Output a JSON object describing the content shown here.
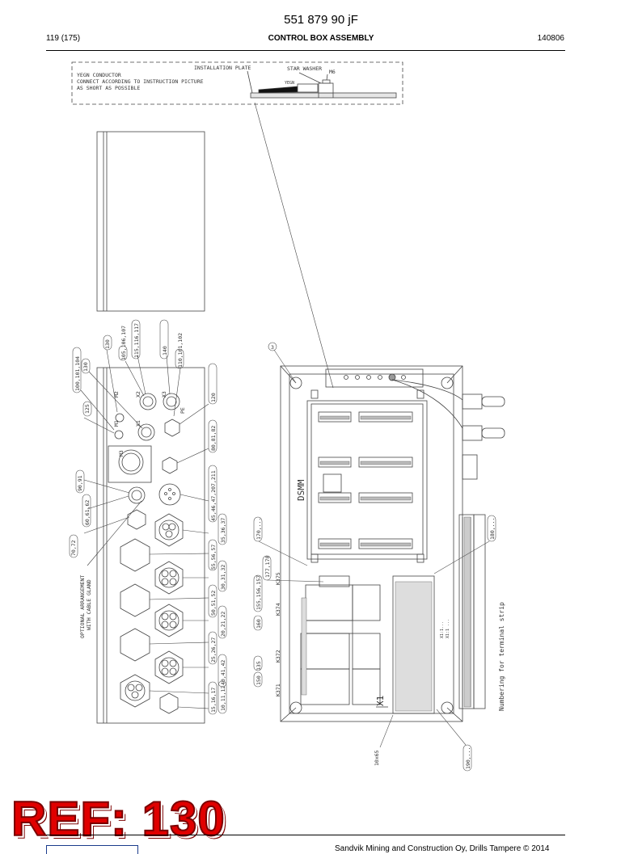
{
  "header": {
    "doc_number": "551 879 90 jF",
    "page": "119 (175)",
    "title": "CONTROL BOX ASSEMBLY",
    "date": "140806"
  },
  "detail": {
    "installation_plate": "INSTALLATION PLATE",
    "star_washer": "STAR WASHER",
    "note_line1": "YEGN CONDUCTOR",
    "note_line2": "CONNECT ACCORDING TO INSTRUCTION PICTURE",
    "note_line3": "AS SHORT AS POSSIBLE",
    "tag_small": "M6",
    "tag_wire": "YEGN"
  },
  "callouts": {
    "c1": "100,101,104",
    "c2": "130",
    "c3": "125",
    "c4": "130",
    "c5": "105,106,107",
    "c6": "115,116,117",
    "c7": "140",
    "c8": "110,101,102",
    "c9": "120",
    "c10": "80,81,82",
    "c11": "90,91",
    "c12": "60,61,62",
    "c13": "70,72",
    "c14": "45,46,47,207,211",
    "c15": "35,36,37",
    "c16": "55,56,57",
    "c17": "30,31,32",
    "c18": "50,51,52",
    "c19": "20,21,22",
    "c20": "25,26,27",
    "c21": "40,41,42",
    "c22": "15,16,17",
    "c23": "10,11,12",
    "c24": "170,...",
    "c25": "177,178",
    "c26": "155,156,157",
    "c27": "160",
    "c28": "150",
    "c29": "135",
    "c30": "180,...",
    "c31": "190,...",
    "c32": "3"
  },
  "labels": {
    "m2": "M2",
    "m1": "M1",
    "x2": "X2",
    "x1": "X1",
    "x3": "X3",
    "m3": "M3",
    "pe": "PE",
    "gland_note1": "OPTIONAL ARRANGEMENT",
    "gland_note2": "WITH CABLE GLAND",
    "dsmm": "DSMM",
    "k375": "K375",
    "k374": "K374",
    "k372": "K372",
    "k371": "K371",
    "terminal_x1": "X1",
    "ground_tag": "10x65",
    "strip_note": "Numbering for terminal strip",
    "strip_a": "X1:1...",
    "strip_b": "X1:1 ..."
  },
  "ref_stamp": "REF: 130",
  "footer": {
    "copyright": "Sandvik Mining and Construction Oy, Drills Tampere © 2014"
  },
  "colors": {
    "ref_fill": "#e00000",
    "ref_outline": "#7a0000",
    "logo": "#1b3c8c"
  }
}
